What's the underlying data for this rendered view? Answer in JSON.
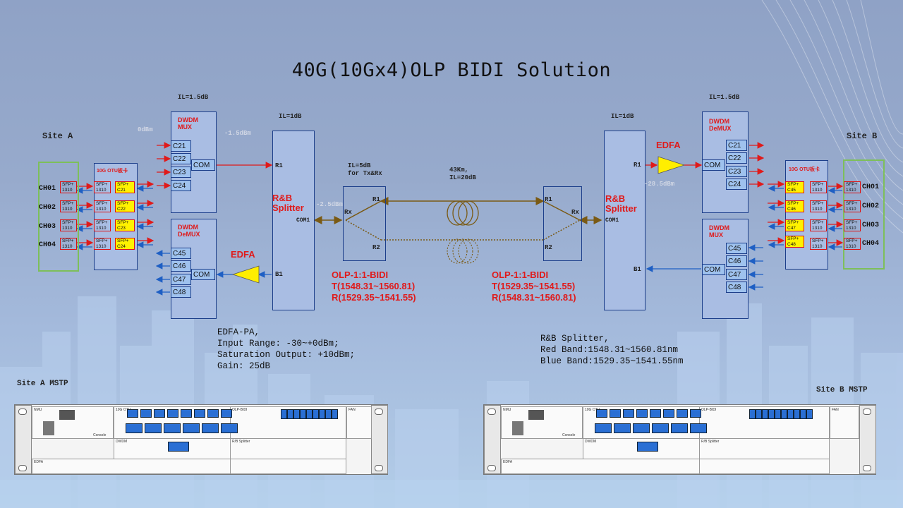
{
  "title": "40G(10Gx4)OLP BIDI Solution",
  "site_a": {
    "label": "Site A",
    "channels": [
      "CH01",
      "CH02",
      "CH03",
      "CH04"
    ],
    "client_sfp": [
      "SFP+\n1310",
      "SFP+\n1310",
      "SFP+\n1310",
      "SFP+\n1310"
    ],
    "otu_label": "10G OTU板卡",
    "otu_line_sfp": [
      "SFP+\nC21",
      "SFP+\nC22",
      "SFP+\nC23",
      "SFP+\nC24"
    ],
    "mux": {
      "il": "IL=1.5dB",
      "label": "DWDM\nMUX",
      "in_power": "0dBm",
      "out_power": "-1.5dBm",
      "ports": [
        "C21",
        "C22",
        "C23",
        "C24"
      ],
      "com": "COM"
    },
    "demux": {
      "label": "DWDM\nDeMUX",
      "ports": [
        "C45",
        "C46",
        "C47",
        "C48"
      ],
      "com": "COM"
    },
    "edfa": "EDFA",
    "splitter": {
      "il": "IL=1dB",
      "label": "R&B\nSplitter",
      "r1": "R1",
      "b1": "B1",
      "com": "COM1",
      "power": "-2.5dBm"
    },
    "olp": {
      "il": "IL=5dB\nfor Tx&Rx",
      "rx": "Rx",
      "r1": "R1",
      "r2": "R2",
      "label": "OLP-1:1-BIDI",
      "t": "T(1548.31~1560.81)",
      "r": "R(1529.35~1541.55)"
    },
    "mstp": "Site A MSTP"
  },
  "fiber": {
    "label": "43Km,\nIL=20dB"
  },
  "site_b": {
    "label": "Site B",
    "channels": [
      "CH01",
      "CH02",
      "CH03",
      "CH04"
    ],
    "client_sfp": [
      "SFP+\n1310",
      "SFP+\n1310",
      "SFP+\n1310",
      "SFP+\n1310"
    ],
    "otu_label": "10G OTU板卡",
    "otu_line_sfp": [
      "SFP+\nC45",
      "SFP+\nC46",
      "SFP+\nC47",
      "SFP+\nC48"
    ],
    "demux": {
      "il": "IL=1.5dB",
      "label": "DWDM\nDeMUX",
      "ports": [
        "C21",
        "C22",
        "C23",
        "C24"
      ],
      "com": "COM"
    },
    "mux": {
      "label": "DWDM\nMUX",
      "ports": [
        "C45",
        "C46",
        "C47",
        "C48"
      ],
      "com": "COM"
    },
    "edfa": "EDFA",
    "splitter": {
      "il": "IL=1dB",
      "label": "R&B\nSplitter",
      "r1": "R1",
      "b1": "B1",
      "com": "COM1",
      "power": "-28.5dBm"
    },
    "olp": {
      "r1": "R1",
      "r2": "R2",
      "rx": "Rx",
      "label": "OLP-1:1-BIDI",
      "t": "T(1529.35~1541.55)",
      "r": "R(1548.31~1560.81)"
    },
    "mstp": "Site B MSTP"
  },
  "edfa_note": "EDFA-PA,\nInput Range: -30~+0dBm;\nSaturation Output: +10dBm;\nGain: 25dB",
  "splitter_note": "R&B Splitter,\nRed Band:1548.31~1560.81nm\nBlue Band:1529.35~1541.55nm",
  "colors": {
    "red_arrow": "#e01a1a",
    "blue_arrow": "#1e5fc4",
    "fiber": "#7a5a14",
    "edfa": "#ffee00",
    "box_border": "#1c3e8a"
  },
  "chassis_labels": {
    "nmu": "NMU",
    "otu": "10G OTU",
    "olp": "OLP-BIDI",
    "fan": "FAN",
    "dwdm": "DWDM",
    "rb": "R/B Splitter",
    "edfa": "EDFA",
    "console": "Console"
  }
}
